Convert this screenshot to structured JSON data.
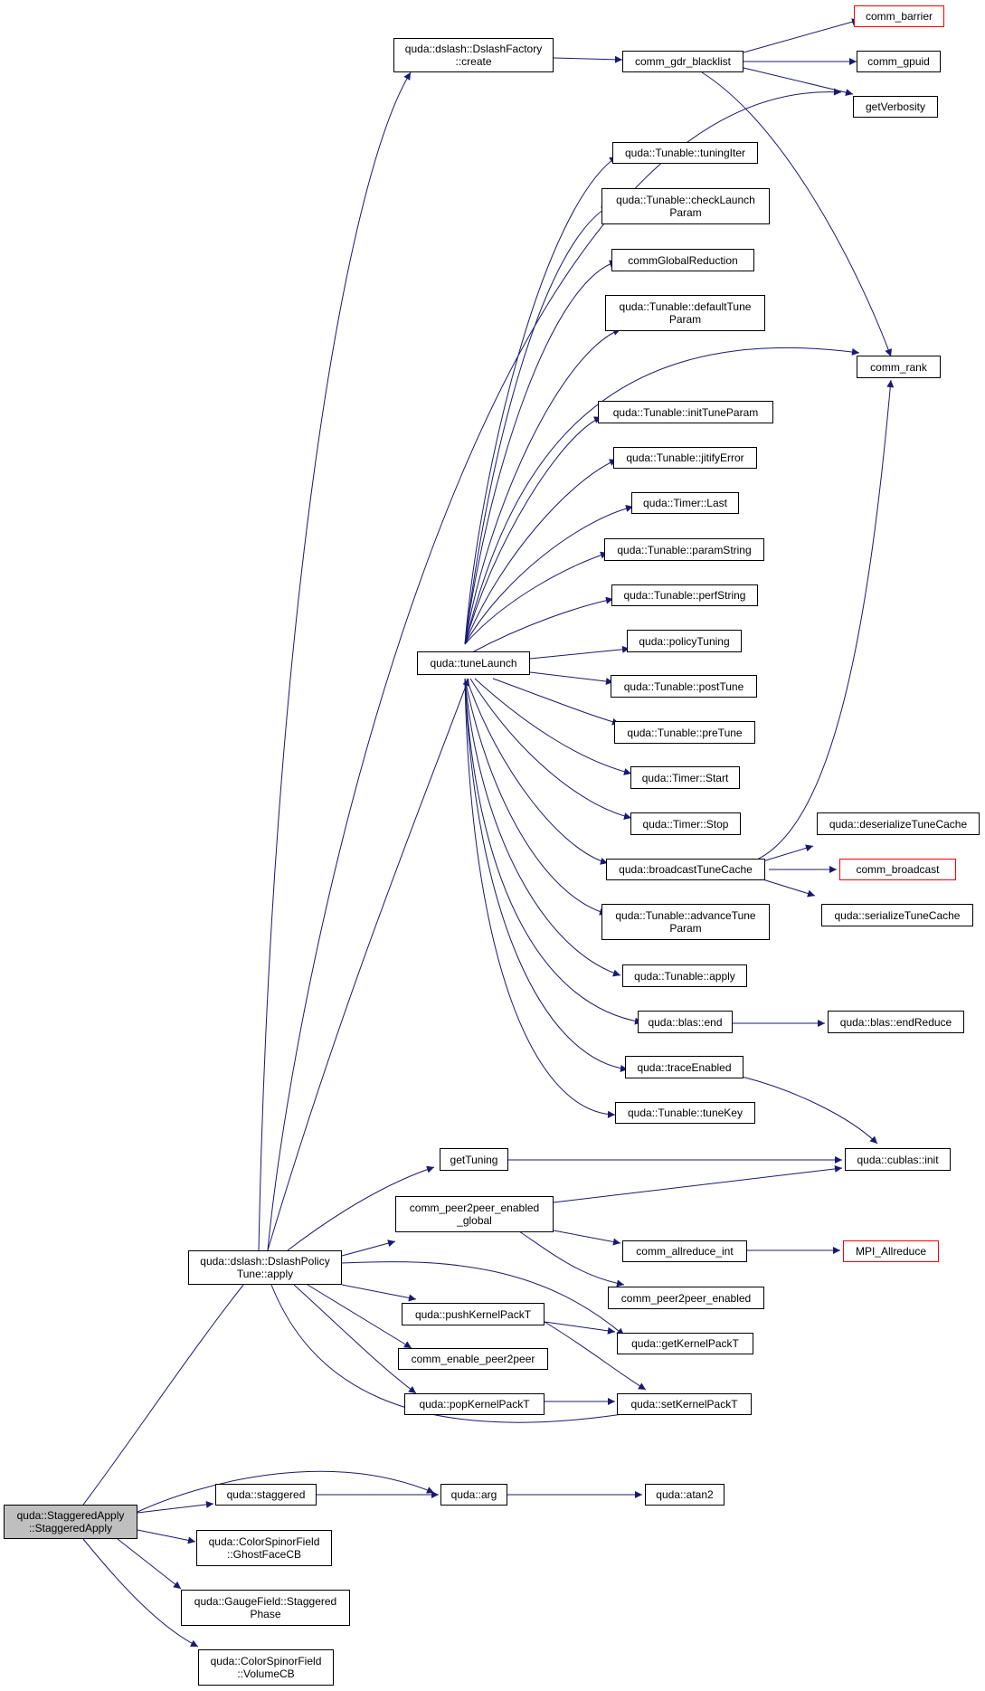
{
  "colors": {
    "edge": "#191970",
    "node_border": "#000000",
    "external_node_border": "#ff0000",
    "root_fill": "#bfbfbf",
    "background": "#ffffff"
  },
  "nodes": {
    "staggered_apply": "quda::StaggeredApply\n::StaggeredApply",
    "dslash_policy_tune_apply": "quda::dslash::DslashPolicy\nTune::apply",
    "dslash_factory_create": "quda::dslash::DslashFactory\n::create",
    "comm_gdr_blacklist": "comm_gdr_blacklist",
    "comm_barrier": "comm_barrier",
    "comm_gpuid": "comm_gpuid",
    "get_verbosity": "getVerbosity",
    "tuning_iter": "quda::Tunable::tuningIter",
    "check_launch_param": "quda::Tunable::checkLaunch\nParam",
    "comm_global_reduction": "commGlobalReduction",
    "default_tune_param": "quda::Tunable::defaultTune\nParam",
    "comm_rank": "comm_rank",
    "init_tune_param": "quda::Tunable::initTuneParam",
    "jitify_error": "quda::Tunable::jitifyError",
    "timer_last": "quda::Timer::Last",
    "param_string": "quda::Tunable::paramString",
    "perf_string": "quda::Tunable::perfString",
    "tune_launch": "quda::tuneLaunch",
    "policy_tuning": "quda::policyTuning",
    "post_tune": "quda::Tunable::postTune",
    "pre_tune": "quda::Tunable::preTune",
    "timer_start": "quda::Timer::Start",
    "timer_stop": "quda::Timer::Stop",
    "broadcast_tune_cache": "quda::broadcastTuneCache",
    "deserialize_tune_cache": "quda::deserializeTuneCache",
    "comm_broadcast": "comm_broadcast",
    "serialize_tune_cache": "quda::serializeTuneCache",
    "advance_tune_param": "quda::Tunable::advanceTune\nParam",
    "tunable_apply": "quda::Tunable::apply",
    "blas_end": "quda::blas::end",
    "blas_end_reduce": "quda::blas::endReduce",
    "trace_enabled": "quda::traceEnabled",
    "tune_key": "quda::Tunable::tuneKey",
    "get_tuning": "getTuning",
    "cublas_init": "quda::cublas::init",
    "comm_peer2peer_enabled_global": "comm_peer2peer_enabled\n_global",
    "comm_allreduce_int": "comm_allreduce_int",
    "mpi_allreduce": "MPI_Allreduce",
    "comm_peer2peer_enabled": "comm_peer2peer_enabled",
    "push_kernel_pack_t": "quda::pushKernelPackT",
    "get_kernel_pack_t": "quda::getKernelPackT",
    "comm_enable_peer2peer": "comm_enable_peer2peer",
    "pop_kernel_pack_t": "quda::popKernelPackT",
    "set_kernel_pack_t": "quda::setKernelPackT",
    "staggered": "quda::staggered",
    "arg": "quda::arg",
    "atan2": "quda::atan2",
    "ghost_face_cb": "quda::ColorSpinorField\n::GhostFaceCB",
    "staggered_phase": "quda::GaugeField::Staggered\nPhase",
    "volume_cb": "quda::ColorSpinorField\n::VolumeCB"
  }
}
